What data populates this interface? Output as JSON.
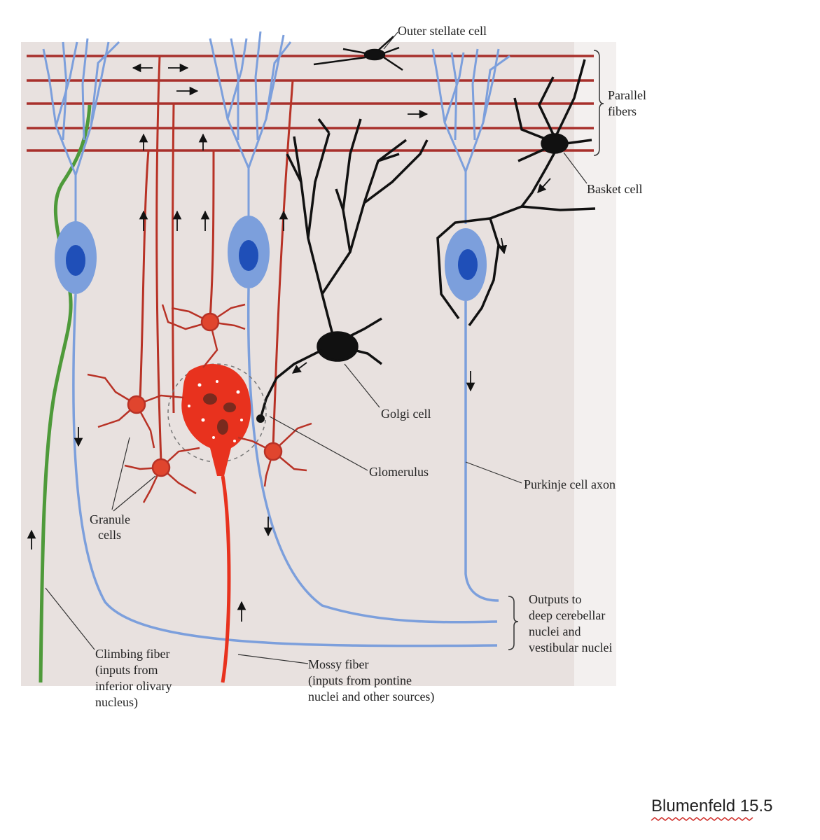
{
  "labels": {
    "outer_stellate": "Outer stellate cell",
    "parallel_1": "Parallel",
    "parallel_2": "fibers",
    "basket": "Basket cell",
    "golgi": "Golgi cell",
    "glomerulus": "Glomerulus",
    "purkinje_axon": "Purkinje cell axon",
    "granule_1": "Granule",
    "granule_2": "cells",
    "outputs_1": "Outputs to",
    "outputs_2": "deep cerebellar",
    "outputs_3": "nuclei and",
    "outputs_4": "vestibular nuclei",
    "climbing_1": "Climbing fiber",
    "climbing_2": "(inputs from",
    "climbing_3": "inferior olivary",
    "climbing_4": "nucleus)",
    "mossy_1": "Mossy fiber",
    "mossy_2": "(inputs from pontine",
    "mossy_3": "nuclei and other sources)"
  },
  "caption": "Blumenfeld 15.5",
  "colors": {
    "background": "#e8e1df",
    "parallel_fiber": "#a8302c",
    "purkinje": "#7c9fdc",
    "purkinje_nucleus": "#1f4fb8",
    "climbing_fiber": "#4e9a3a",
    "mossy_fiber": "#e8321e",
    "granule": "#c2402c",
    "golgi": "#111111"
  }
}
